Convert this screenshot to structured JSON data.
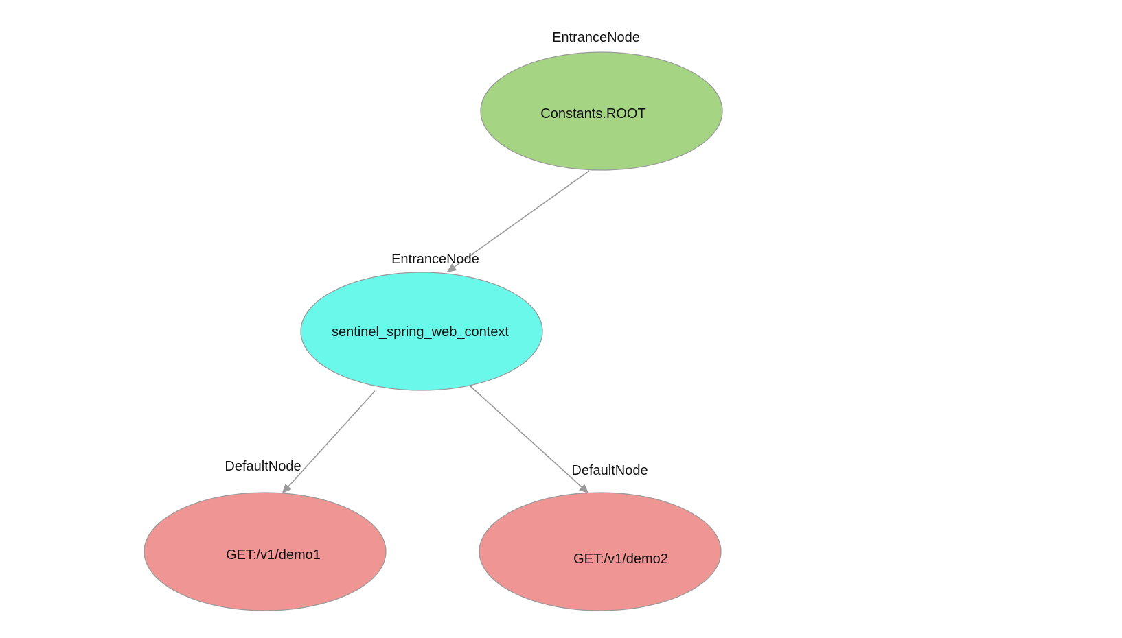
{
  "nodes": {
    "root": {
      "type_label": "EntranceNode",
      "name": "Constants.ROOT",
      "fill": "#a5d583"
    },
    "context": {
      "type_label": "EntranceNode",
      "name": "sentinel_spring_web_context",
      "fill": "#6af8ea"
    },
    "demo1": {
      "type_label": "DefaultNode",
      "name": "GET:/v1/demo1",
      "fill": "#ef9594"
    },
    "demo2": {
      "type_label": "DefaultNode",
      "name": "GET:/v1/demo2",
      "fill": "#ef9594"
    }
  },
  "edges": [
    {
      "from": "root",
      "to": "context"
    },
    {
      "from": "context",
      "to": "demo1"
    },
    {
      "from": "context",
      "to": "demo2"
    }
  ],
  "colors": {
    "edge": "#9a9a9a",
    "node_border": "#9a9a9a",
    "text": "#111111"
  }
}
